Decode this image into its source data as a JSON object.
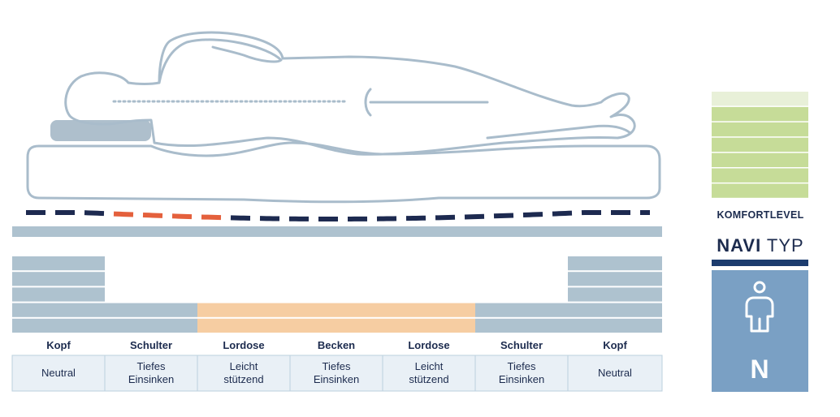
{
  "segments": [
    {
      "label": "Kopf",
      "description": "Neutral",
      "level": 5,
      "type": "neutral"
    },
    {
      "label": "Schulter",
      "description": "Tiefes\nEinsinken",
      "level": 2,
      "type": "neutral"
    },
    {
      "label": "Lordose",
      "description": "Leicht\nstützend",
      "level": 2,
      "type": "support"
    },
    {
      "label": "Becken",
      "description": "Tiefes\nEinsinken",
      "level": 2,
      "type": "support"
    },
    {
      "label": "Lordose",
      "description": "Leicht\nstützend",
      "level": 2,
      "type": "support"
    },
    {
      "label": "Schulter",
      "description": "Tiefes\nEinsinken",
      "level": 2,
      "type": "neutral"
    },
    {
      "label": "Kopf",
      "description": "Neutral",
      "level": 5,
      "type": "neutral"
    }
  ],
  "komfortlevel": {
    "label": "KOMFORTLEVEL",
    "rows": 7,
    "filled_rows": 6
  },
  "navi": {
    "prefix": "NAVI",
    "suffix": "TYP"
  },
  "type_card": {
    "letter": "N",
    "icon": "person-icon"
  },
  "colors": {
    "outline": "#a9bccb",
    "pillow": "#aebfcc",
    "neutral_block": "#aec2cf",
    "support_block": "#f6cda2",
    "dash_dark": "#1d2a50",
    "dash_orange": "#e4603c",
    "komfort_light": "#e8f0d8",
    "komfort_filled": "#c6dc98",
    "navi_bar": "#1c3c6e",
    "card_blue": "#7aa0c4"
  }
}
